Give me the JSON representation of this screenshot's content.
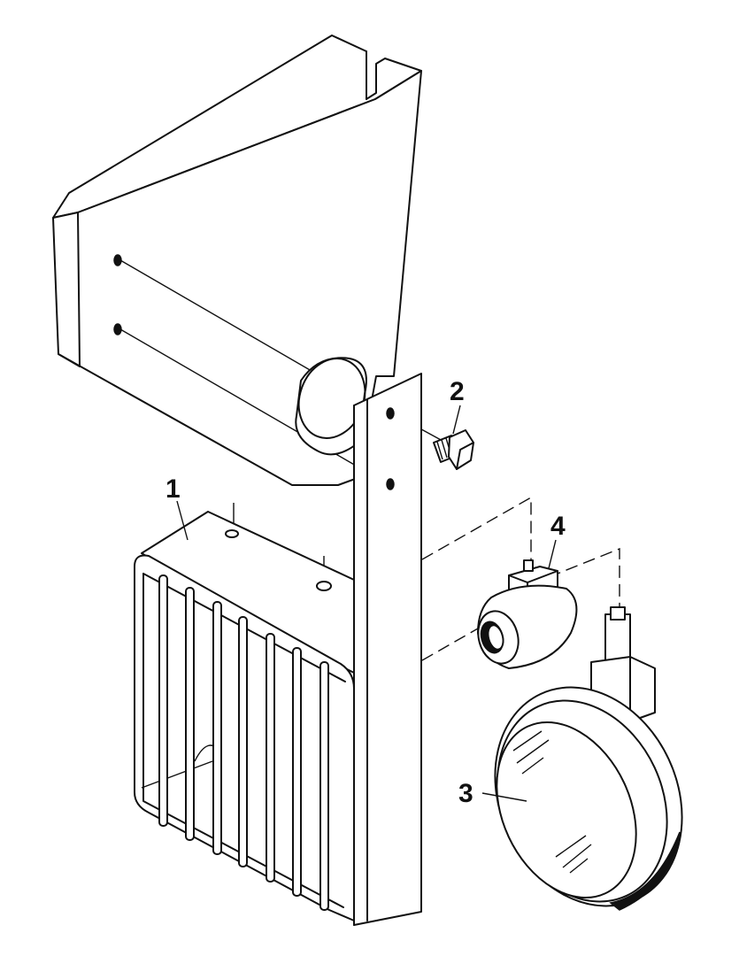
{
  "callouts": {
    "bracket": "1",
    "bolt": "2",
    "lamp": "3",
    "swivel_mount": "4"
  }
}
